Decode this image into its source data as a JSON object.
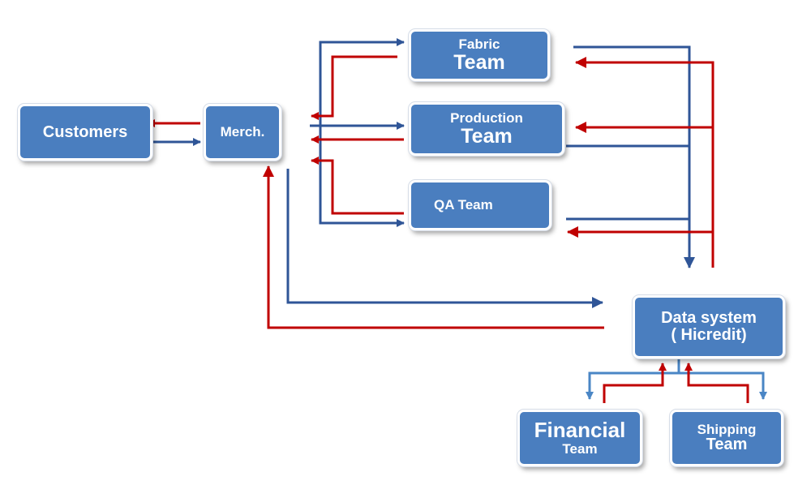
{
  "colors": {
    "box_fill": "#4a7ebf",
    "flow_out": "#2f5597",
    "flow_in": "#c00000",
    "light_flow": "#4a86c5"
  },
  "nodes": {
    "customers": {
      "label": "Customers"
    },
    "merch": {
      "label": "Merch."
    },
    "fabric": {
      "line1": "Fabric",
      "line2": "Team"
    },
    "production": {
      "line1": "Production",
      "line2": "Team"
    },
    "qa": {
      "label": "QA Team"
    },
    "data_system": {
      "line1": "Data  system",
      "line2": "( Hicredit)"
    },
    "financial": {
      "line1": "Financial",
      "line2": "Team"
    },
    "shipping": {
      "line1": "Shipping",
      "line2": "Team"
    }
  }
}
